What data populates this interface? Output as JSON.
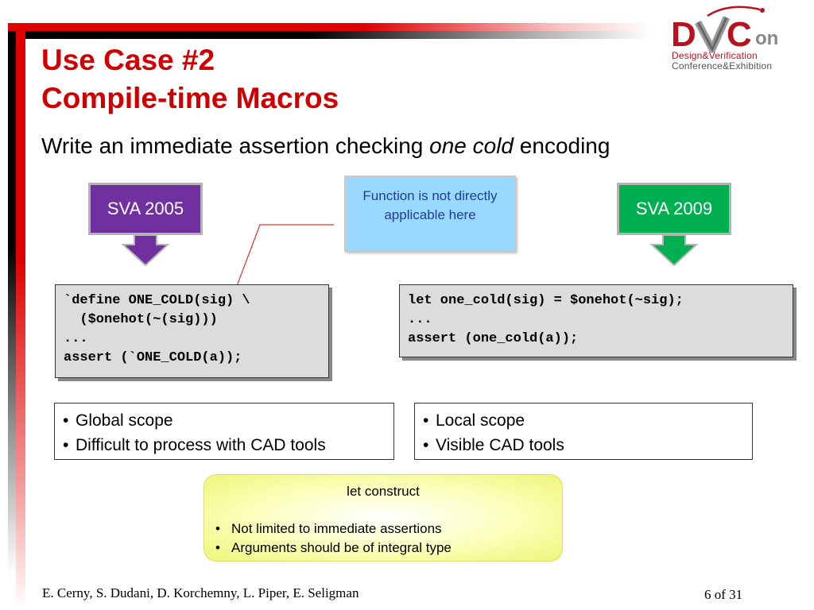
{
  "logo": {
    "text": "DVCon",
    "line1": "Design&Verification",
    "line2": "Conference&Exhibition"
  },
  "title": {
    "line1": "Use Case #2",
    "line2": "Compile-time Macros"
  },
  "subtitle": {
    "before": "Write an immediate assertion checking ",
    "emphasis": "one cold",
    "after": " encoding"
  },
  "labels": {
    "left": "SVA 2005",
    "right": "SVA 2009"
  },
  "callout": {
    "text": "Function is not directly applicable here"
  },
  "code_left": {
    "lines": [
      "`define ONE_COLD(sig) \\",
      "  ($onehot(~(sig)))",
      "...",
      "assert (`ONE_COLD(a));"
    ]
  },
  "code_right": {
    "lines": [
      "let one_cold(sig) = $onehot(~sig);",
      "...",
      "assert (one_cold(a));"
    ]
  },
  "bullets_left": [
    "Global scope",
    "Difficult to process with CAD tools"
  ],
  "bullets_right": [
    "Local scope",
    "Visible CAD tools"
  ],
  "let_box": {
    "heading": "let construct",
    "items": [
      "Not limited to immediate assertions",
      "Arguments should be of integral type"
    ]
  },
  "footer": {
    "authors": "E. Cerny, S. Dudani, D. Korchemny, L. Piper, E. Seligman",
    "page": "6 of 31"
  },
  "colors": {
    "title_red": "#d00000",
    "sva2005_purple": "#7030a0",
    "sva2009_green": "#00b050",
    "callout_blue": "#99d9ff"
  }
}
